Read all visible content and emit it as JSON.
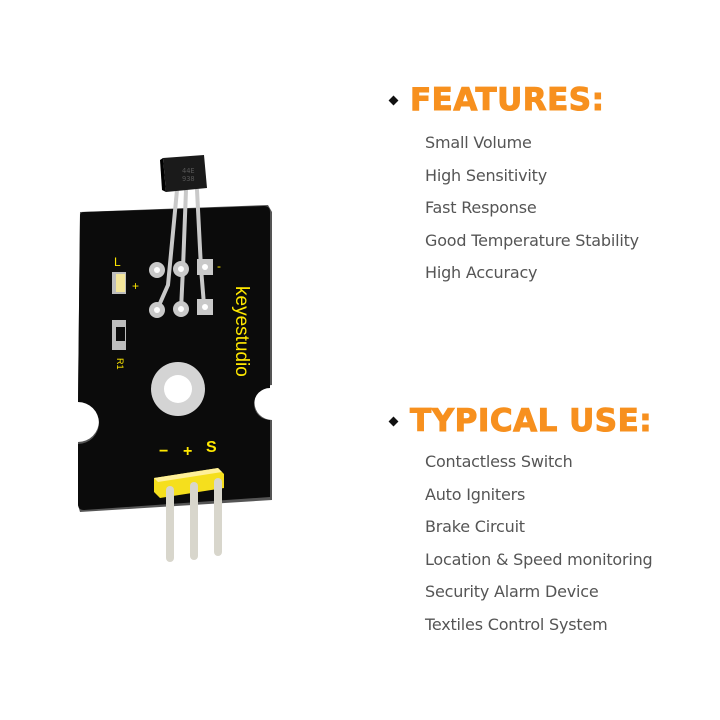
{
  "product": {
    "brand_label": "keyestudio",
    "chip_marking": [
      "44E",
      "938"
    ],
    "silkscreen": {
      "led_label": "L",
      "plus_label": "+",
      "minus_label": "-",
      "resistor_label": "R1",
      "pin_labels": [
        "−",
        "+",
        "S"
      ]
    },
    "colors": {
      "board": "#0b0b0b",
      "silk": "#ffe800",
      "header": "#f5df1d",
      "pin": "#d8d6cc"
    }
  },
  "features": {
    "title": "FEATURES:",
    "items": [
      "Small Volume",
      "High Sensitivity",
      "Fast Response",
      "Good Temperature Stability",
      "High Accuracy"
    ]
  },
  "typical_use": {
    "title": "TYPICAL USE:",
    "items": [
      "Contactless Switch",
      "Auto Igniters",
      "Brake Circuit",
      "Location & Speed monitoring",
      "Security Alarm Device",
      "Textiles Control System"
    ]
  },
  "colors": {
    "accent": "#f7901e",
    "text": "#555555",
    "bullet": "#111111"
  }
}
